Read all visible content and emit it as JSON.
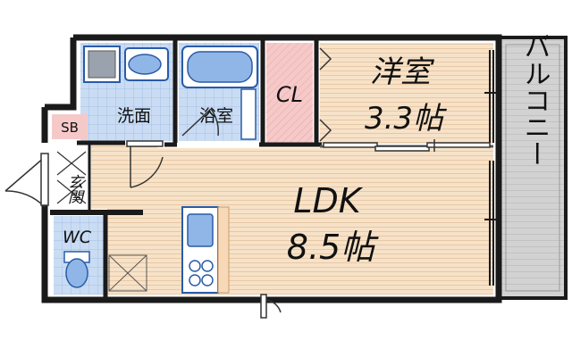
{
  "rooms": {
    "western": {
      "name": "洋室",
      "size": "3.3帖"
    },
    "ldk": {
      "name": "LDK",
      "size": "8.5帖"
    },
    "closet": {
      "name": "CL"
    },
    "washroom": {
      "name": "洗面"
    },
    "bathroom": {
      "name": "浴室"
    },
    "shoe_box": {
      "name": "SB"
    },
    "entrance": {
      "name": "玄関"
    },
    "toilet": {
      "name": "WC"
    },
    "balcony": {
      "name": "バルコニー"
    }
  },
  "colors": {
    "wall": "#1a1a1a",
    "wood_floor": "#f7e2c8",
    "wood_line": "#e6c8a6",
    "tile_floor": "#c9dcf3",
    "tile_line": "#9bb8e2",
    "closet": "#f6c9c9",
    "fixture": "#8fb6e6",
    "balcony": "#d2d2d2"
  },
  "icons": [
    "sink-icon",
    "washing-machine-icon",
    "bathtub-icon",
    "toilet-icon",
    "stove-icon",
    "refrigerator-space-icon"
  ]
}
